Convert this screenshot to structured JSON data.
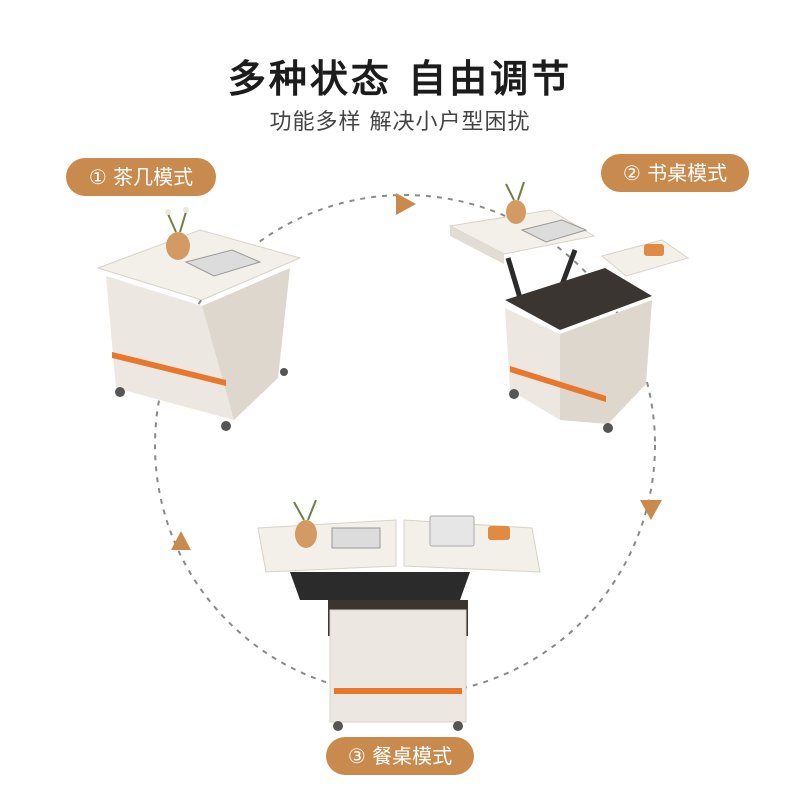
{
  "header": {
    "title": "多种状态 自由调节",
    "subtitle": "功能多样 解决小户型困扰"
  },
  "modes": [
    {
      "label": "① 茶几模式"
    },
    {
      "label": "② 书桌模式"
    },
    {
      "label": "③ 餐桌模式"
    }
  ],
  "colors": {
    "accent": "#C98A4E",
    "cabinet": "#ECE8E1",
    "cabinet_shade": "#D8D2C8",
    "stripe": "#E8772C",
    "hinge": "#2B2B2B",
    "dash": "#8A8A8A"
  },
  "icons": [
    "arrow-right-icon",
    "arrow-down-icon",
    "arrow-up-icon"
  ]
}
